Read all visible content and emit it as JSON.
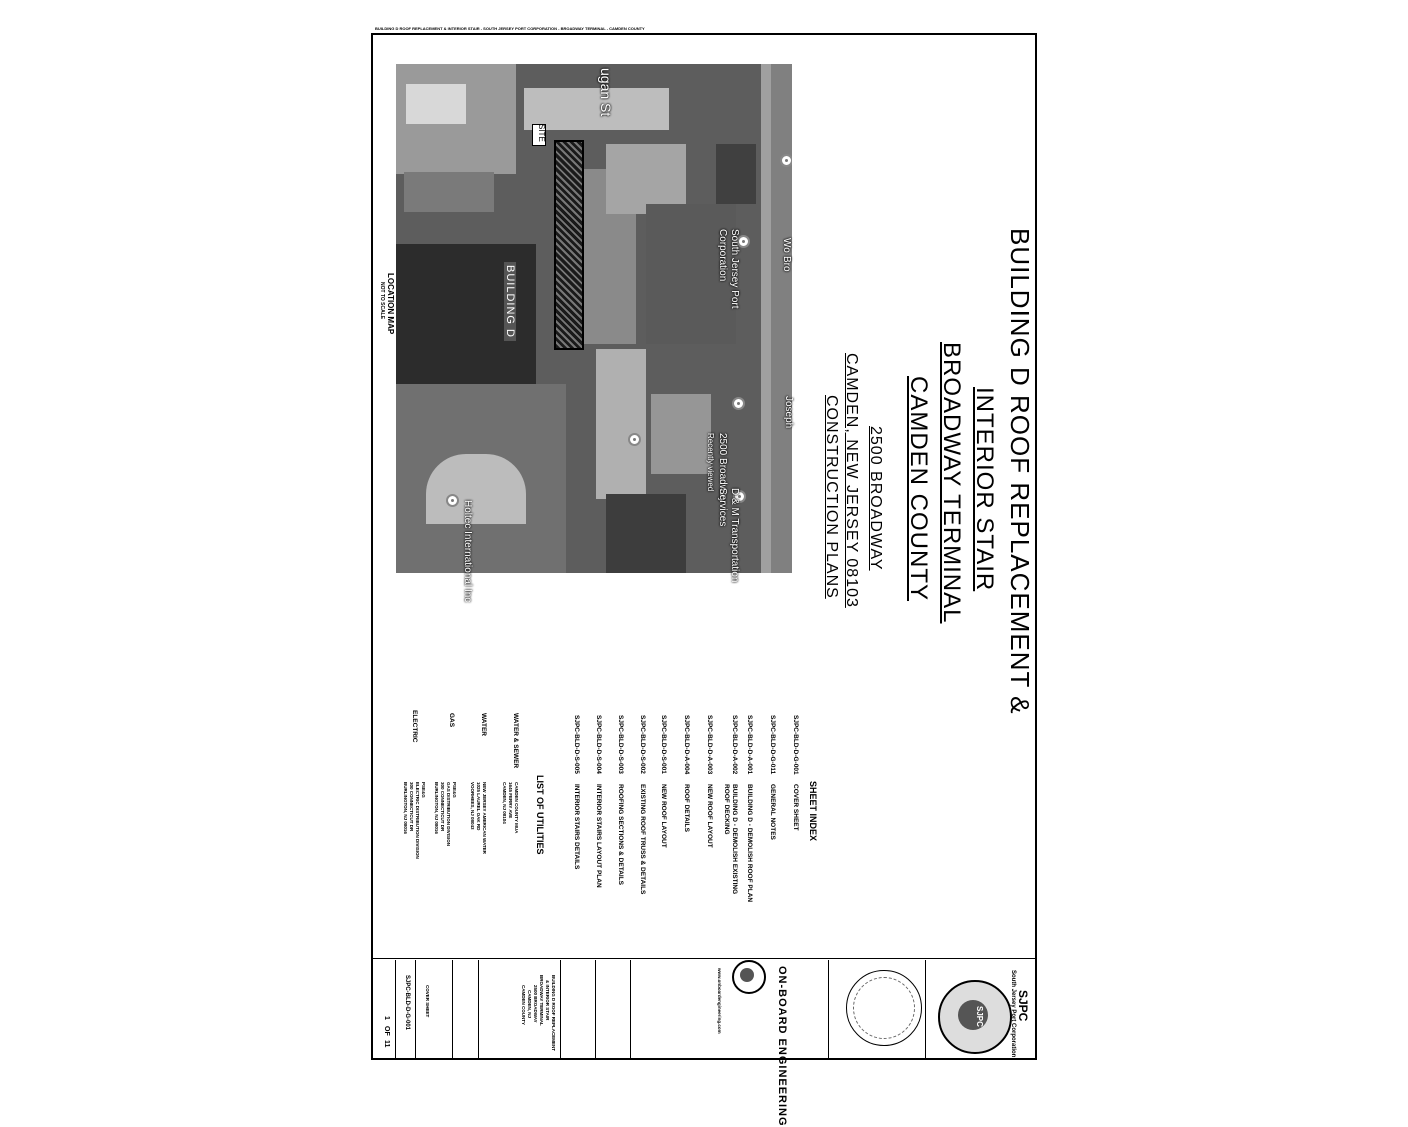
{
  "top_note": "BUILDING D ROOF REPLACEMENT & INTERIOR STAIR - SOUTH JERSEY PORT CORPORATION - BROADWAY TERMINAL - CAMDEN COUNTY",
  "title": {
    "line1": "BUILDING D ROOF REPLACEMENT &",
    "line2": "INTERIOR STAIR",
    "line3": "BROADWAY TERMINAL",
    "line4": "CAMDEN COUNTY",
    "address1": "2500 BROADWAY",
    "address2": "CAMDEN, NEW JERSEY 08103",
    "subtitle": "CONSTRUCTION PLANS"
  },
  "map": {
    "labels": {
      "street_top": "ugan St",
      "site": "SITE",
      "building_d": "BUILDING D",
      "sjpc": "South Jersey Port Corporation",
      "joseph": "Joseph",
      "broadway_2500": "2500 Broadway",
      "recently_viewed": "Recently viewed",
      "dm": "D & M Transportation Services",
      "holtec": "Holtec International Inc",
      "wo": "Wo",
      "bro": "Bro"
    },
    "caption": "LOCATION MAP",
    "caption_scale": "NOT TO SCALE"
  },
  "sheet_index": {
    "title": "SHEET INDEX",
    "items": [
      {
        "code": "SJPC-BLD-D-G-001",
        "desc": "COVER SHEET"
      },
      {
        "code": "SJPC-BLD-D-G-011",
        "desc": "GENERAL NOTES"
      },
      {
        "code": "SJPC-BLD-D-A-001",
        "desc": "BUILDING D - DEMOLISH ROOF PLAN"
      },
      {
        "code": "SJPC-BLD-D-A-002",
        "desc": "BUILDING D - DEMOLISH EXISTING ROOF DECKING"
      },
      {
        "code": "SJPC-BLD-D-A-003",
        "desc": "NEW ROOF LAYOUT"
      },
      {
        "code": "SJPC-BLD-D-A-004",
        "desc": "ROOF DETAILS"
      },
      {
        "code": "SJPC-BLD-D-S-001",
        "desc": "NEW ROOF LAYOUT"
      },
      {
        "code": "SJPC-BLD-D-S-002",
        "desc": "EXISTING ROOF TRUSS & DETAILS"
      },
      {
        "code": "SJPC-BLD-D-S-003",
        "desc": "ROOFING SECTIONS & DETAILS"
      },
      {
        "code": "SJPC-BLD-D-S-004",
        "desc": "INTERIOR STAIRS LAYOUT PLAN"
      },
      {
        "code": "SJPC-BLD-D-S-005",
        "desc": "INTERIOR STAIRS DETAILS"
      }
    ]
  },
  "utilities": {
    "title": "LIST OF UTILITIES",
    "items": [
      {
        "type": "WATER & SEWER",
        "lines": [
          "CAMDEN COUNTY MUA",
          "1645 FERRY AVE",
          "CAMDEN, NJ 08104"
        ]
      },
      {
        "type": "WATER",
        "lines": [
          "NEW JERSEY AMERICAN WATER",
          "1025 LAUREL OAK RD",
          "VOORHEES, NJ 08043"
        ]
      },
      {
        "type": "GAS",
        "lines": [
          "PSE&G",
          "GAS DISTRIBUTION DIVISION",
          "300 CONNECTICUT DR",
          "BURLINGTON, NJ 08016"
        ]
      },
      {
        "type": "ELECTRIC",
        "lines": [
          "PSE&G",
          "ELECTRIC DISTRIBUTION DIVISION",
          "300 CONNECTICUT DR",
          "BURLINGTON, NJ 08016"
        ]
      }
    ]
  },
  "title_block": {
    "org": "SJPC",
    "org_full": "South Jersey Port Corporation",
    "seal": "SJPC",
    "firm": "ON-BOARD ENGINEERING",
    "firm_web": "www.onboardengineering.com",
    "project": [
      "BUILDING D ROOF REPLACEMENT",
      "& INTERIOR STAIR",
      "BROADWAY TERMINAL",
      "2500 BROADWAY",
      "CAMDEN, NJ",
      "CAMDEN COUNTY"
    ],
    "sheet_title": "COVER SHEET",
    "drawing_no": "SJPC-BLD-D-G-001",
    "sheet": "1",
    "of": "OF",
    "total": "11"
  },
  "colors": {
    "map_bg": "#5d5d5d",
    "site_hatch": "#222222",
    "line": "#000000"
  }
}
